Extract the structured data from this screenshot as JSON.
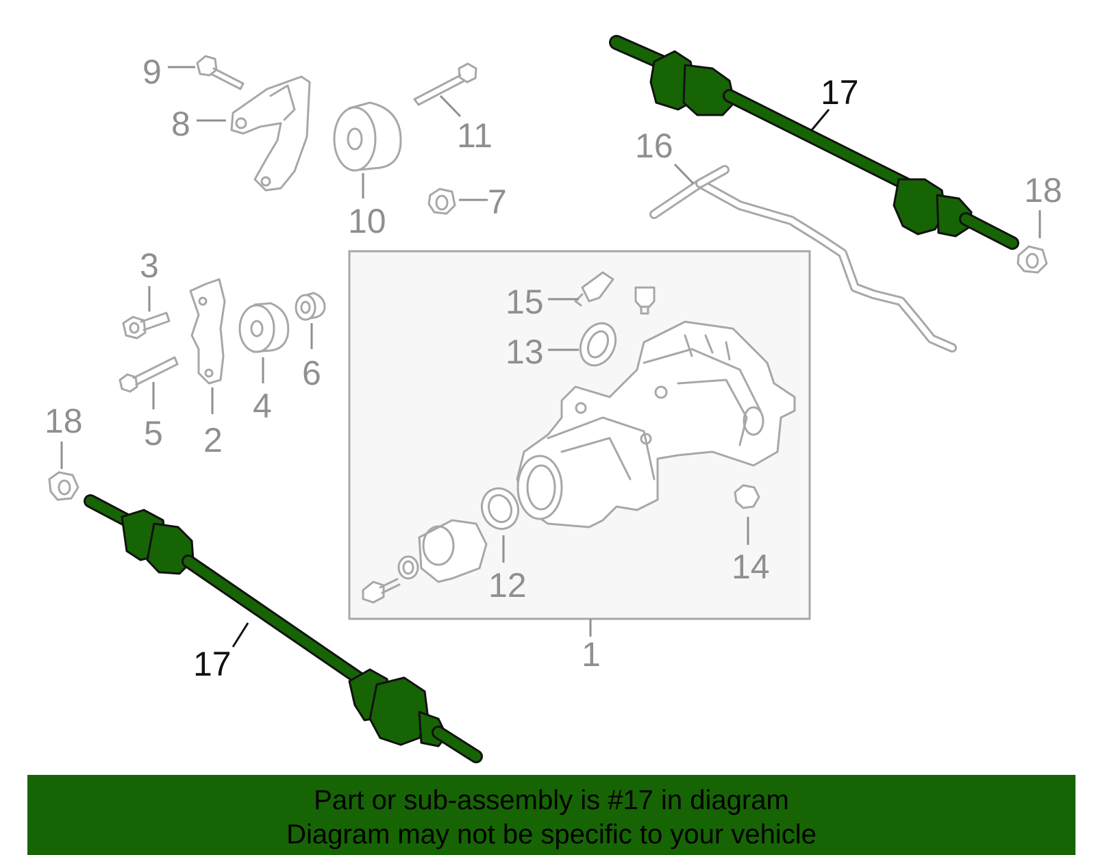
{
  "colors": {
    "highlight": "#176405",
    "parts": "#a7a7a7",
    "labels": "#8f8f8f",
    "banner_bg": "#176405"
  },
  "callouts": {
    "c1": "1",
    "c2": "2",
    "c3": "3",
    "c4": "4",
    "c5": "5",
    "c6": "6",
    "c7": "7",
    "c8": "8",
    "c9": "9",
    "c10": "10",
    "c11": "11",
    "c12": "12",
    "c13": "13",
    "c14": "14",
    "c15": "15",
    "c16": "16",
    "c17_upper": "17",
    "c17_lower": "17",
    "c18_right": "18",
    "c18_left": "18"
  },
  "banner": {
    "line1": "Part or sub-assembly is #17 in diagram",
    "line2": "Diagram may not be specific to your vehicle"
  }
}
